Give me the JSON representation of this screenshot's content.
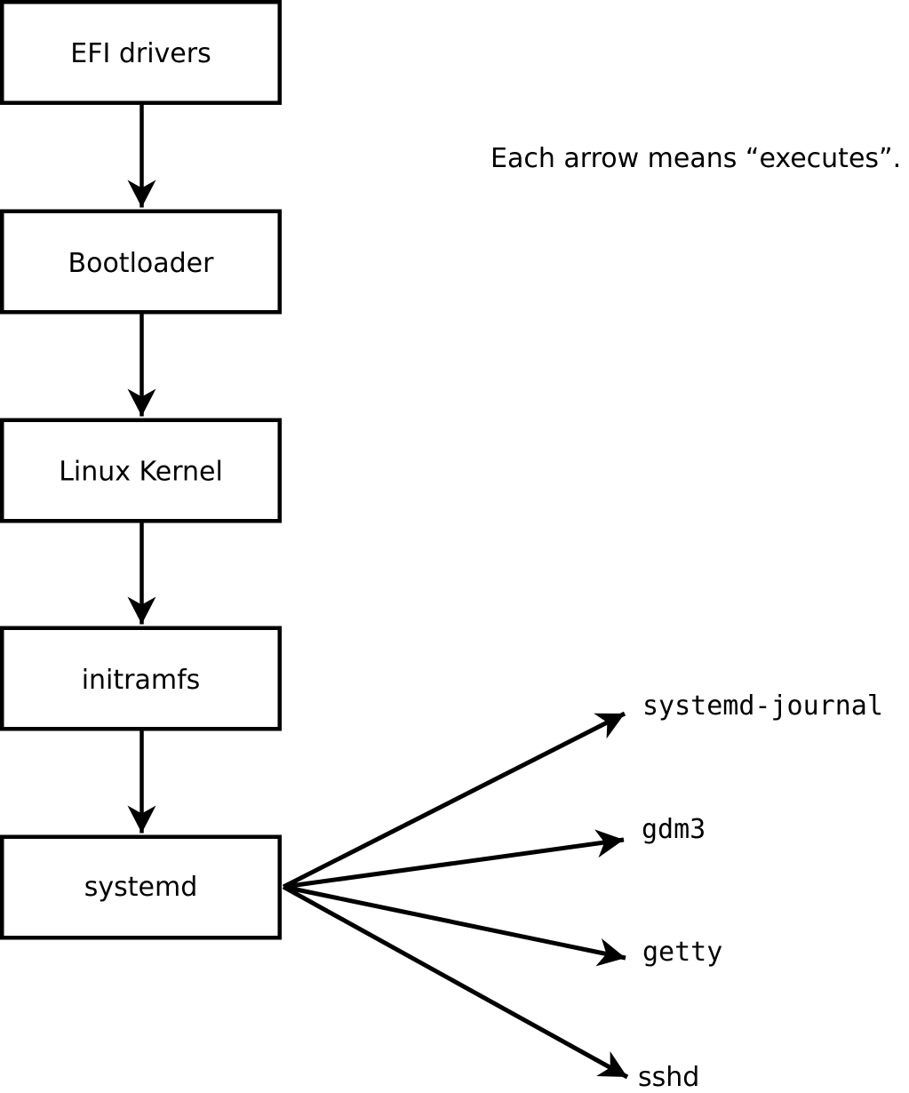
{
  "note": "Each arrow means “executes”.",
  "arrow_meaning": "executes",
  "chain": [
    {
      "label": "EFI drivers"
    },
    {
      "label": "Bootloader"
    },
    {
      "label": "Linux Kernel"
    },
    {
      "label": "initramfs"
    },
    {
      "label": "systemd"
    }
  ],
  "spawned": [
    {
      "label": "systemd-journal"
    },
    {
      "label": "gdm3"
    },
    {
      "label": "getty"
    },
    {
      "label": "sshd"
    }
  ],
  "colors": {
    "line": "#000000",
    "box-fill": "#ffffff",
    "background": "#ffffff",
    "text": "#000000"
  }
}
